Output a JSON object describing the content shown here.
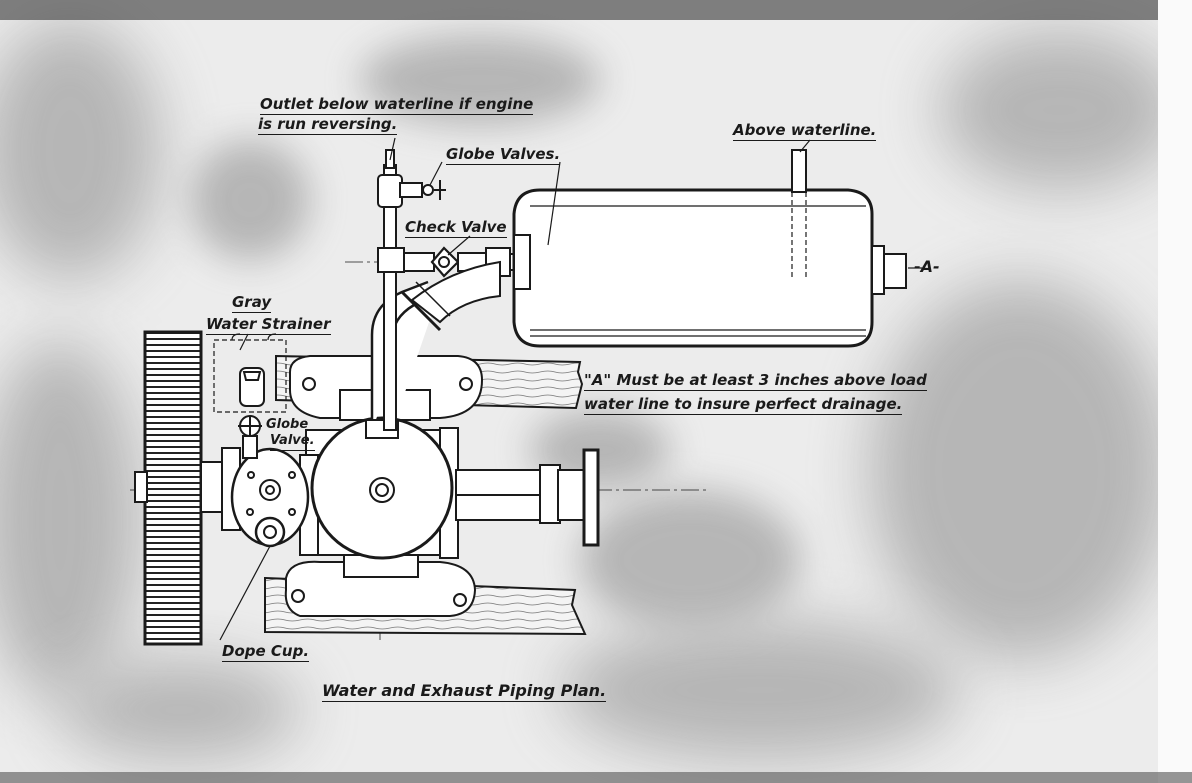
{
  "labels": {
    "outlet_line1": "Outlet below waterline if engine",
    "outlet_line2": "is run reversing.",
    "globe_valves": "Globe Valves.",
    "above_waterline": "Above waterline.",
    "marker_a": "-A-",
    "check_valve": "Check Valve",
    "gray": "Gray",
    "water_strainer": "Water Strainer",
    "globe_word": "Globe",
    "valve_word": "Valve.",
    "note_line1": "\"A\" Must be at least 3 inches above load",
    "note_line2": "water line to insure perfect drainage.",
    "dope_cup": "Dope Cup.",
    "caption": "Water and Exhaust Piping Plan."
  },
  "colors": {
    "paper": "#ececec",
    "ink": "#1a1a1a",
    "smudge": "#8a8a8a"
  },
  "icons": [
    "flywheel-icon",
    "pump-housing-icon",
    "muffler-tank-icon",
    "globe-valve-icon",
    "check-valve-icon",
    "strainer-icon",
    "dope-cup-icon"
  ]
}
